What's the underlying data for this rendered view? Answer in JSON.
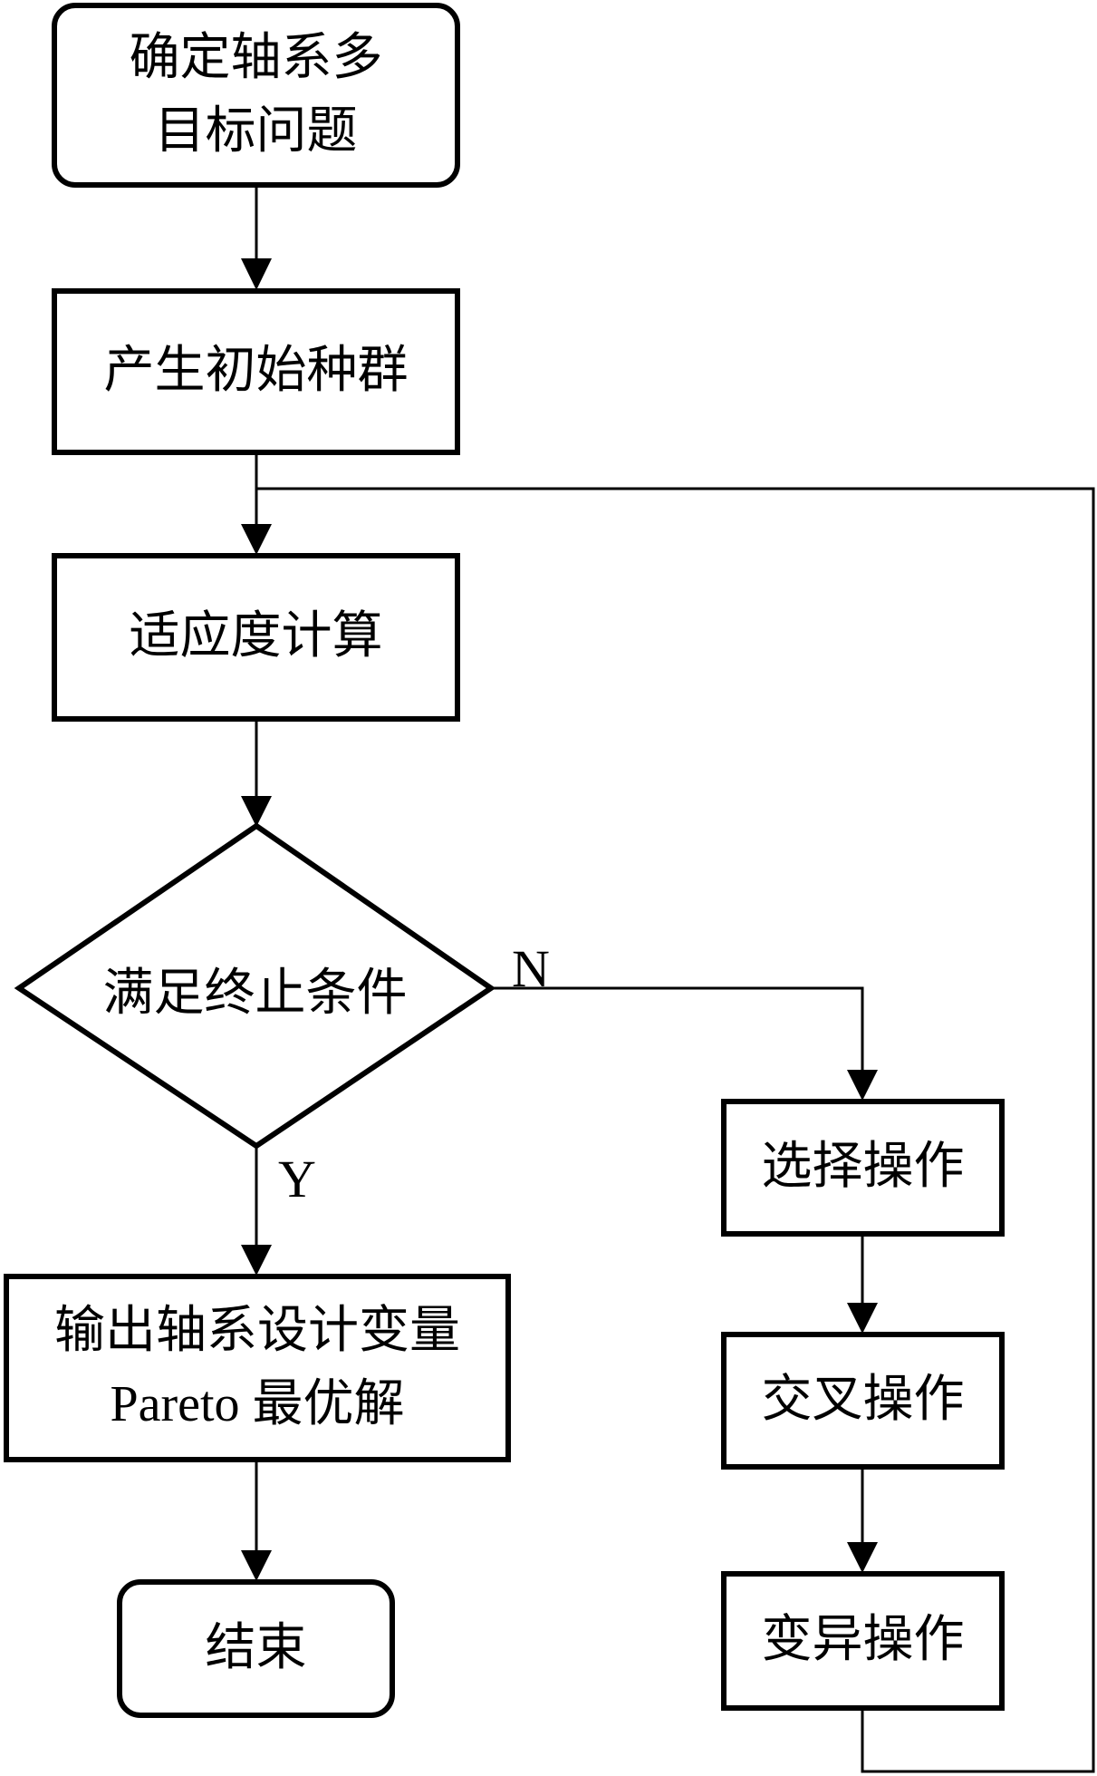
{
  "diagram": {
    "type": "flowchart",
    "title": "",
    "nodes": {
      "start": {
        "shape": "rounded-rect",
        "lines": [
          "确定轴系多",
          "目标问题"
        ]
      },
      "init_population": {
        "shape": "rect",
        "lines": [
          "产生初始种群"
        ]
      },
      "fitness": {
        "shape": "rect",
        "lines": [
          "适应度计算"
        ]
      },
      "termination_check": {
        "shape": "diamond",
        "lines": [
          "满足终止条件"
        ]
      },
      "output": {
        "shape": "rect",
        "lines": [
          "输出轴系设计变量",
          "Pareto 最优解"
        ]
      },
      "end": {
        "shape": "rounded-rect",
        "lines": [
          "结束"
        ]
      },
      "selection": {
        "shape": "rect",
        "lines": [
          "选择操作"
        ]
      },
      "crossover": {
        "shape": "rect",
        "lines": [
          "交叉操作"
        ]
      },
      "mutation": {
        "shape": "rect",
        "lines": [
          "变异操作"
        ]
      }
    },
    "edges": [
      {
        "from": "start",
        "to": "init_population",
        "label": ""
      },
      {
        "from": "init_population",
        "to": "fitness",
        "label": ""
      },
      {
        "from": "fitness",
        "to": "termination_check",
        "label": ""
      },
      {
        "from": "termination_check",
        "to": "output",
        "label": "Y"
      },
      {
        "from": "termination_check",
        "to": "selection",
        "label": "N"
      },
      {
        "from": "output",
        "to": "end",
        "label": ""
      },
      {
        "from": "selection",
        "to": "crossover",
        "label": ""
      },
      {
        "from": "crossover",
        "to": "mutation",
        "label": ""
      },
      {
        "from": "mutation",
        "to": "fitness",
        "label": ""
      }
    ],
    "labels": {
      "yes": "Y",
      "no": "N"
    },
    "colors": {
      "stroke": "#000000",
      "fill": "#ffffff",
      "text": "#000000"
    }
  }
}
